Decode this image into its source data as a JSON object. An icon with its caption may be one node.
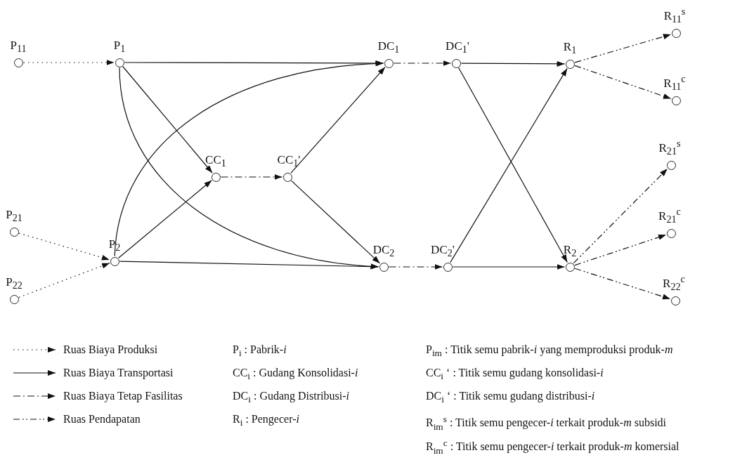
{
  "diagram": {
    "nodes": [
      {
        "text": [
          "R$_{11}$$^{s}$"
        ]
      },
      {
        "text": [
          "P$_{11}$"
        ]
      },
      {
        "text": [
          "P$_{1}$"
        ]
      },
      {
        "text": [
          "DC$_{1}$"
        ]
      },
      {
        "text": [
          "DC$_{1}$'"
        ]
      },
      {
        "text": [
          "R$_{1}$"
        ]
      },
      {
        "text": [
          "R$_{11}$$^{c}$"
        ]
      },
      {
        "text": [
          "R$_{21}$$^{s}$"
        ]
      },
      {
        "text": [
          "CC$_{1}$"
        ]
      },
      {
        "text": [
          "CC$_{1}$'"
        ]
      },
      {
        "text": [
          "R$_{21}$$^{c}$"
        ]
      },
      {
        "text": [
          "P$_{21}$"
        ]
      },
      {
        "text": [
          "P$_{2}$"
        ]
      },
      {
        "text": [
          "DC$_{2}$"
        ]
      },
      {
        "text": [
          "DC$_{2}$'"
        ]
      },
      {
        "text": [
          "R$_{2}$"
        ]
      },
      {
        "text": [
          "P$_{22}$"
        ]
      },
      {
        "text": [
          "R$_{22}$$^{c}$"
        ]
      }
    ],
    "edges": [
      {
        "from": 1,
        "to": 2,
        "arrow": "to",
        "style": "dashed"
      },
      {
        "from": 11,
        "to": 12,
        "arrow": "to",
        "style": "dashed"
      },
      {
        "from": 16,
        "to": 12,
        "arrow": "to",
        "style": "dashed"
      },
      {
        "from": 2,
        "to": 3,
        "arrow": "to"
      },
      {
        "from": 2,
        "to": 8,
        "arrow": "to"
      },
      {
        "from": 2,
        "to": 13,
        "arrow": "to"
      },
      {
        "from": 12,
        "to": 8,
        "arrow": "to"
      },
      {
        "from": 12,
        "to": 3,
        "arrow": "to"
      },
      {
        "from": 12,
        "to": 13,
        "arrow": "to"
      },
      {
        "from": 8,
        "to": 9,
        "arrow": "to",
        "style": "dashed"
      },
      {
        "from": 9,
        "to": 3,
        "arrow": "to"
      },
      {
        "from": 9,
        "to": 13,
        "arrow": "to"
      },
      {
        "from": 3,
        "to": 4,
        "arrow": "to",
        "style": "dashed"
      },
      {
        "from": 13,
        "to": 14,
        "arrow": "to",
        "style": "dashed"
      },
      {
        "from": 4,
        "to": 5,
        "arrow": "to"
      },
      {
        "from": 4,
        "to": 15,
        "arrow": "to"
      },
      {
        "from": 14,
        "to": 5,
        "arrow": "to"
      },
      {
        "from": 14,
        "to": 15,
        "arrow": "to"
      },
      {
        "from": 5,
        "to": 0,
        "arrow": "to",
        "style": "dashed"
      },
      {
        "from": 5,
        "to": 6,
        "arrow": "to",
        "style": "dashed"
      },
      {
        "from": 15,
        "to": 7,
        "arrow": "to",
        "style": "dashed"
      },
      {
        "from": 15,
        "to": 10,
        "arrow": "to",
        "style": "dashed"
      },
      {
        "from": 15,
        "to": 17,
        "arrow": "to",
        "style": "dashed"
      }
    ],
    "labels": [
      "P$_{i}$ : Pabrik-*i*",
      "P$_{im}$ : Titik semu pabrik-*i* yang memproduksi produk-*m*",
      "CC$_{i}$ : Gudang Konsolidasi-*i*",
      "CC$_{i}$ ‘ : Titik semu gudang konsolidasi-*i*",
      "DC$_{i}$ : Gudang Distribusi-*i*",
      "DC$_{i}$ ‘ : Titik semu gudang distribusi-*i*",
      "R$_{i}$ : Pengecer-*i*",
      "R$_{im}$$^{s}$ : Titik semu pengecer-*i* terkait produk-*m* subsidi",
      "R$_{im}$$^{c}$ : Titik semu pengecer-*i* terkait produk-*m* komersial"
    ],
    "legend": [
      {
        "text": "Ruas Biaya Produksi"
      },
      {
        "text": "Ruas Biaya Transportasi"
      },
      {
        "text": "Ruas Biaya Tetap Fasilitas"
      },
      {
        "text": "Ruas Pendapatan"
      }
    ]
  }
}
